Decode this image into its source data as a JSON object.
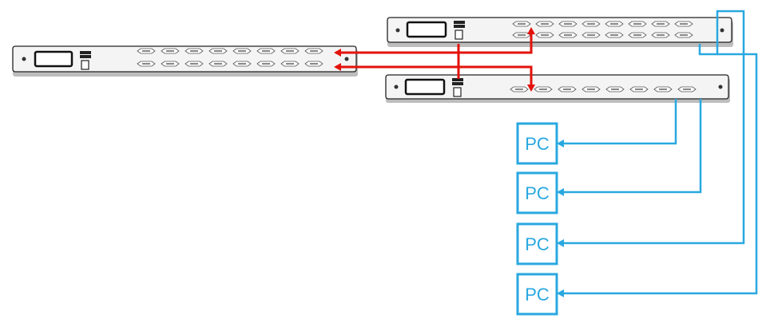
{
  "colors": {
    "cascade_cable": "#e3120b",
    "pc_cable": "#29a8e0",
    "pc_box": "#29a8e0"
  },
  "pc_label": "PC",
  "pcs": [
    {
      "label": "PC"
    },
    {
      "label": "PC"
    },
    {
      "label": "PC"
    },
    {
      "label": "PC"
    }
  ],
  "devices": [
    {
      "role": "master-kvm-switch",
      "port_rows": 2,
      "ports_per_row": 8
    },
    {
      "role": "slave-kvm-switch-upper",
      "port_rows": 2,
      "ports_per_row": 8
    },
    {
      "role": "slave-kvm-switch-lower",
      "port_rows": 1,
      "ports_per_row": 8
    }
  ],
  "icons": [
    "rack-kvm-switch-icon",
    "arrow-icon"
  ]
}
